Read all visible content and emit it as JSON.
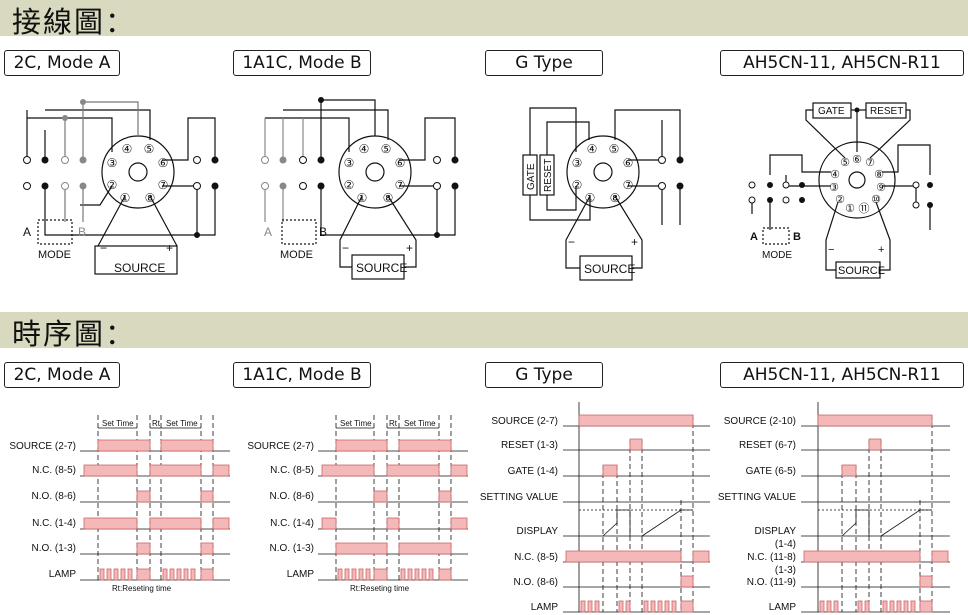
{
  "sections": {
    "wiring": "接線圖：",
    "timing": "時序圖："
  },
  "wiring_labels": [
    "2C, Mode A",
    "1A1C, Mode B",
    "G Type",
    "AH5CN-11, AH5CN-R11"
  ],
  "timing_labels": [
    "2C, Mode A",
    "1A1C, Mode B",
    "G Type",
    "AH5CN-11, AH5CN-R11"
  ],
  "common": {
    "source": "SOURCE",
    "mode": "MODE",
    "a": "A",
    "b": "B",
    "minus": "−",
    "plus": "+",
    "gate": "GATE",
    "reset": "RESET"
  },
  "pins8": [
    "①",
    "②",
    "③",
    "④",
    "⑤",
    "⑥",
    "⑦",
    "⑧"
  ],
  "pins11": [
    "①",
    "②",
    "③",
    "④",
    "⑤",
    "⑥",
    "⑦",
    "⑧",
    "⑨",
    "⑩",
    "⑪"
  ],
  "timing": {
    "set_time": "Set Time",
    "rt": "Rt",
    "rt_note": "Rt:Reseting time",
    "ab_rows": [
      "SOURCE  (2-7)",
      "N.C.  (8-5)",
      "N.O.  (8-6)",
      "N.C.  (1-4)",
      "N.O.  (1-3)",
      "LAMP"
    ],
    "g_rows": [
      "SOURCE  (2-7)",
      "RESET  (1-3)",
      "GATE  (1-4)",
      "SETTING VALUE",
      "DISPLAY",
      "N.C.  (8-5)",
      "N.O.  (8-6)",
      "LAMP"
    ],
    "ah_rows": [
      "SOURCE  (2-10)",
      "RESET  (6-7)",
      "GATE  (6-5)",
      "SETTING VALUE",
      "DISPLAY",
      "(1-4)",
      "N.C.  (11-8)",
      "(1-3)",
      "N.O.  (11-9)",
      "LAMP"
    ]
  }
}
